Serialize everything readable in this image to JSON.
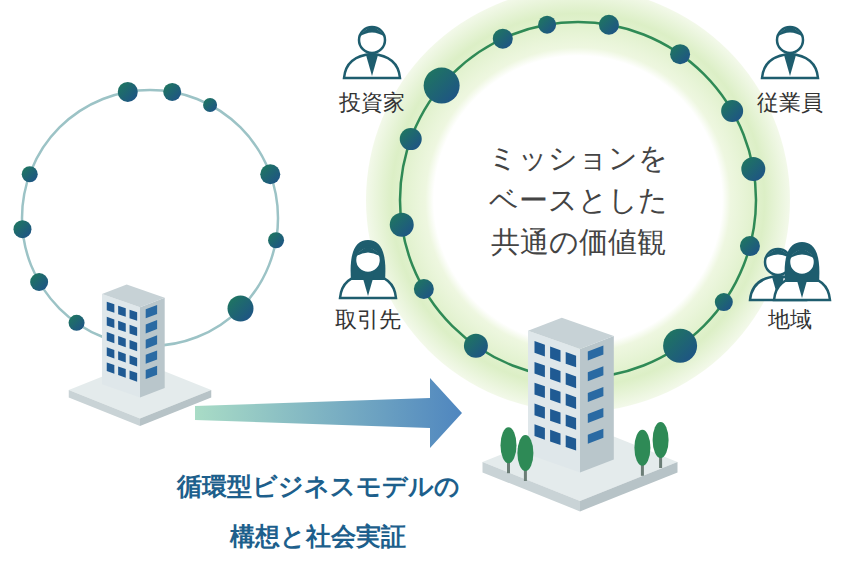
{
  "diagram": {
    "nodes": [
      {
        "text": [
          "ミッションを ベースとした 共通の価値観"
        ]
      }
    ],
    "labels": [
      "投資家",
      "従業員",
      "取引先",
      "地域",
      "循環型ビジネスモデルの 構想と社会実証"
    ]
  }
}
